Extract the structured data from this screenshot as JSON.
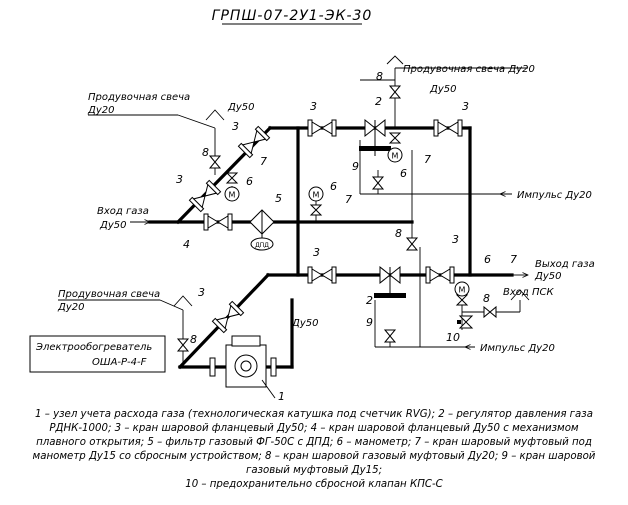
{
  "title": "ГРПШ-07-2У1-ЭК-30",
  "labels": {
    "purge_top_right": "Продувочная свеча Ду20",
    "purge_left_top": "Продувочная свеча",
    "purge_left_top_dn": "Ду20",
    "purge_left_bottom": "Продувочная свеча",
    "purge_left_bottom_dn": "Ду20",
    "inlet": "Вход газа",
    "inlet_dn": "Ду50",
    "outlet": "Выход газа",
    "outlet_dn": "Ду50",
    "psk_inlet": "Вход ПСК",
    "impulse_top": "Импульс Ду20",
    "impulse_bottom": "Импульс Ду20",
    "dn50_top_left": "Ду50",
    "dn50_top_right": "Ду50",
    "dn50_bottom": "Ду50",
    "heater_title": "Электрообогреватель",
    "heater_model": "ОША-Р-4-F",
    "filter_tag": "ДПД"
  },
  "numbers": {
    "n1": "1",
    "n2": "2",
    "n3": "3",
    "n4": "4",
    "n5": "5",
    "n6": "6",
    "n7": "7",
    "n8": "8",
    "n9": "9",
    "n10": "10"
  },
  "legend_lines": [
    "1 – узел учета расхода газа (технологическая катушка под счетчик RVG); 2 – регулятор давления газа",
    "РДНК-1000; 3 – кран шаровой фланцевый Ду50; 4 – кран шаровой фланцевый Ду50 с механизмом",
    "плавного открытия; 5 – фильтр газовый ФГ-50С с ДПД; 6 – манометр; 7 – кран шаровый муфтовый под",
    "манометр Ду15 со сбросным устройством; 8 – кран шаровой газовый муфтовый Ду20; 9 – кран шаровой",
    "газовый муфтовый Ду15;",
    "10 – предохранительно сбросной клапан КПС-С"
  ]
}
